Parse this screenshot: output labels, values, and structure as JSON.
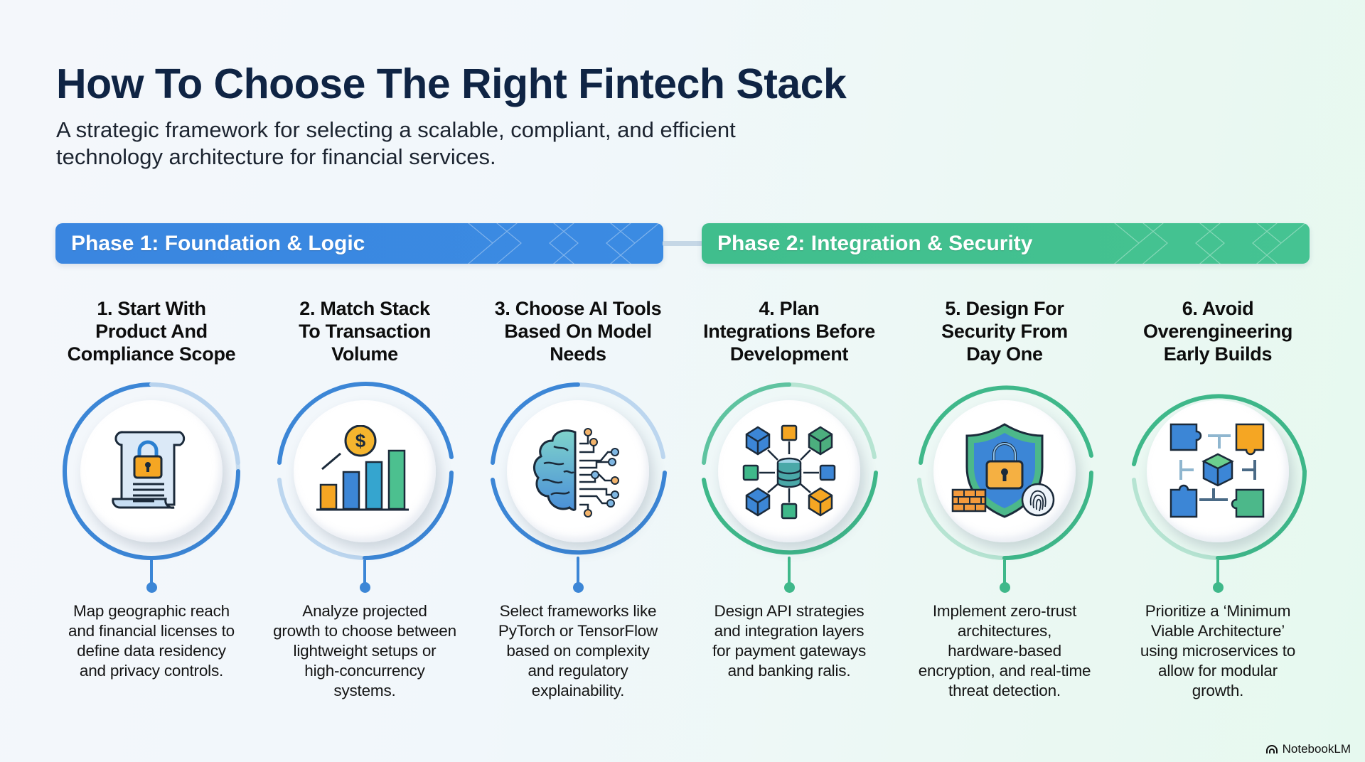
{
  "header": {
    "title": "How To Choose The Right Fintech Stack",
    "subtitle_lines": [
      "A strategic framework for selecting a scalable, compliant, and efficient",
      "technology architecture for financial services."
    ]
  },
  "phases": [
    {
      "label": "Phase 1: Foundation & Logic",
      "color": "#3a86e0"
    },
    {
      "label": "Phase 2: Integration & Security",
      "color": "#40be8d"
    }
  ],
  "steps": [
    {
      "heading_lines": [
        "1. Start With",
        "Product And",
        "Compliance Scope"
      ],
      "icon": "locked-document-icon",
      "description_lines": [
        "Map geographic reach",
        "and financial licenses to",
        "define data residency",
        "and privacy controls."
      ],
      "phase": 1
    },
    {
      "heading_lines": [
        "2. Match Stack",
        "To Transaction",
        "Volume"
      ],
      "icon": "growth-bar-chart-dollar-icon",
      "description_lines": [
        "Analyze projected",
        "growth to choose between",
        "lightweight setups or",
        "high-concurrency",
        "systems."
      ],
      "phase": 1
    },
    {
      "heading_lines": [
        "3. Choose AI Tools",
        "Based On Model",
        "Needs"
      ],
      "icon": "ai-brain-circuit-icon",
      "description_lines": [
        "Select frameworks like",
        "PyTorch or TensorFlow",
        "based on complexity",
        "and regulatory",
        "explainability."
      ],
      "phase": 1
    },
    {
      "heading_lines": [
        "4. Plan",
        "Integrations Before",
        "Development"
      ],
      "icon": "integration-hub-database-icon",
      "description_lines": [
        "Design API strategies",
        "and integration layers",
        "for payment gateways",
        "and banking ralis."
      ],
      "phase": 2
    },
    {
      "heading_lines": [
        "5. Design For",
        "Security From",
        "Day One"
      ],
      "icon": "security-shield-lock-icon",
      "description_lines": [
        "Implement zero-trust",
        "architectures,",
        "hardware-based",
        "encryption, and real-time",
        "threat detection."
      ],
      "phase": 2
    },
    {
      "heading_lines": [
        "6. Avoid",
        "Overengineering",
        "Early Builds"
      ],
      "icon": "modular-puzzle-cube-icon",
      "description_lines": [
        "Prioritize a ‘Minimum",
        "Viable Architecture’",
        "using microservices to",
        "allow for modular",
        "growth."
      ],
      "phase": 2
    }
  ],
  "colors": {
    "title": "#0f2444",
    "phase1": "#3a86e0",
    "phase2": "#40be8d",
    "ring_blue": "#3c86d6",
    "ring_green": "#3fb88a"
  },
  "watermark": {
    "label": "NotebookLM"
  }
}
